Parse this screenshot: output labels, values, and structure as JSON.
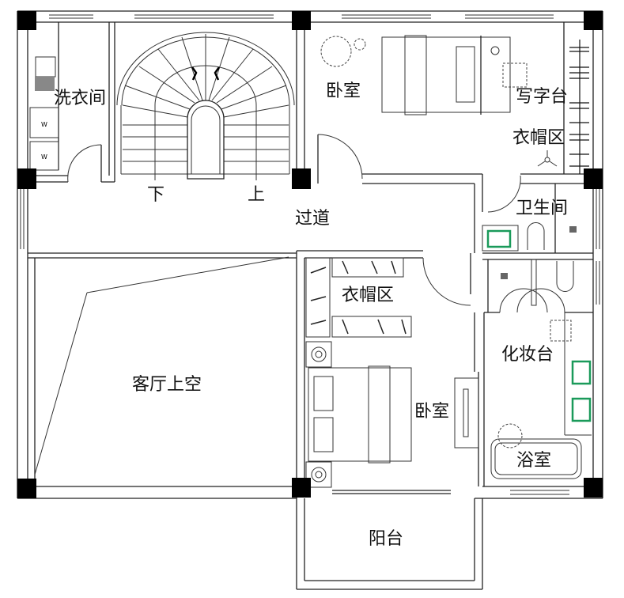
{
  "plan": {
    "rooms": {
      "laundry": "洗衣间",
      "stairs_down": "下",
      "stairs_up": "上",
      "bedroom_north": "卧室",
      "desk": "写字台",
      "wardrobe_north": "衣帽区",
      "toilet": "卫生间",
      "corridor": "过道",
      "wardrobe_south": "衣帽区",
      "vanity": "化妆台",
      "living_void": "客厅上空",
      "bedroom_south": "卧室",
      "bathroom": "浴室",
      "balcony": "阳台"
    },
    "washer_marks": [
      "W",
      "W"
    ],
    "colors": {
      "walls": "#222222",
      "columns": "#000000",
      "sinks": "#1a9a5a"
    }
  }
}
